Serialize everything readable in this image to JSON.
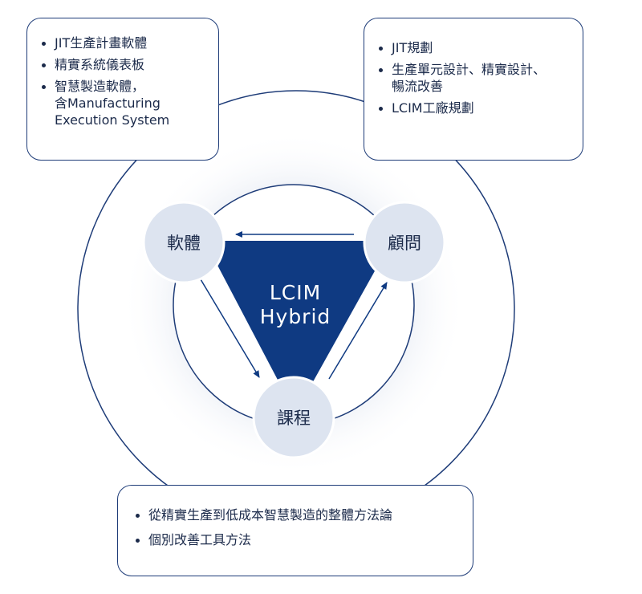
{
  "center": {
    "line1": "LCIM",
    "line2": "Hybrid"
  },
  "nodes": {
    "software": "軟體",
    "consulting": "顧問",
    "course": "課程"
  },
  "boxes": {
    "software": [
      "JIT生產計畫軟體",
      "精實系統儀表板",
      "智慧製造軟體，\n含Manufacturing\nExecution System"
    ],
    "consulting": [
      "JIT規劃",
      "生產單元設計、精實設計、\n暢流改善",
      "LCIM工廠規劃"
    ],
    "course": [
      "從精實生產到低成本智慧製造的整體方法論",
      "個別改善工具方法"
    ]
  },
  "colors": {
    "navy": "#0f3a82",
    "border": "#1e3c78",
    "node_fill": "#dde4f0",
    "glow": "#c9d3e6",
    "text": "#1b2a4a"
  }
}
